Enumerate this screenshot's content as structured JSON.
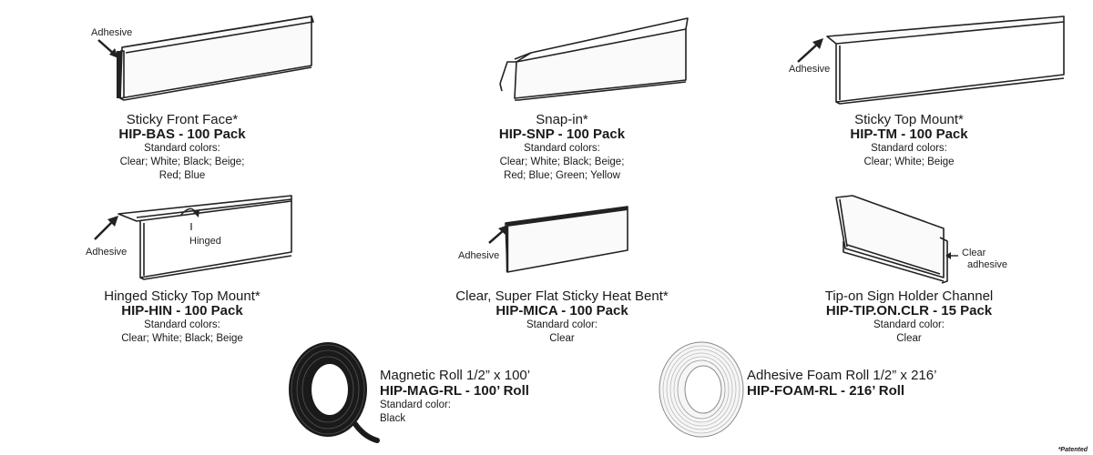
{
  "products": [
    {
      "name": "Sticky Front Face*",
      "sku": "HIP-BAS - 100 Pack",
      "std_label": "Standard colors:",
      "colors": [
        "Clear; White; Black; Beige;",
        "Red; Blue"
      ],
      "callouts": [
        "Adhesive"
      ]
    },
    {
      "name": "Snap-in*",
      "sku": "HIP-SNP - 100 Pack",
      "std_label": "Standard colors:",
      "colors": [
        "Clear; White; Black; Beige;",
        "Red; Blue; Green; Yellow"
      ],
      "callouts": []
    },
    {
      "name": "Sticky Top Mount*",
      "sku": "HIP-TM - 100 Pack",
      "std_label": "Standard colors:",
      "colors": [
        "Clear; White; Beige"
      ],
      "callouts": [
        "Adhesive"
      ]
    },
    {
      "name": "Hinged Sticky Top Mount*",
      "sku": "HIP-HIN - 100 Pack",
      "std_label": "Standard colors:",
      "colors": [
        "Clear; White; Black; Beige"
      ],
      "callouts": [
        "Adhesive",
        "Hinged"
      ]
    },
    {
      "name": "Clear, Super Flat Sticky Heat Bent*",
      "sku": "HIP-MICA - 100 Pack",
      "std_label": "Standard color:",
      "colors": [
        "Clear"
      ],
      "callouts": [
        "Adhesive"
      ]
    },
    {
      "name": "Tip-on Sign Holder Channel",
      "sku": "HIP-TIP.ON.CLR - 15 Pack",
      "std_label": "Standard color:",
      "colors": [
        "Clear"
      ],
      "callouts": [
        "Clear",
        "adhesive"
      ]
    }
  ],
  "rolls": [
    {
      "name": "Magnetic Roll 1/2” x 100’",
      "sku": "HIP-MAG-RL - 100’ Roll",
      "std_label": "Standard color:",
      "colors": [
        "Black"
      ]
    },
    {
      "name": "Adhesive Foam Roll 1/2” x 216’",
      "sku": "HIP-FOAM-RL - 216’ Roll"
    }
  ],
  "footnote": "*Patented"
}
